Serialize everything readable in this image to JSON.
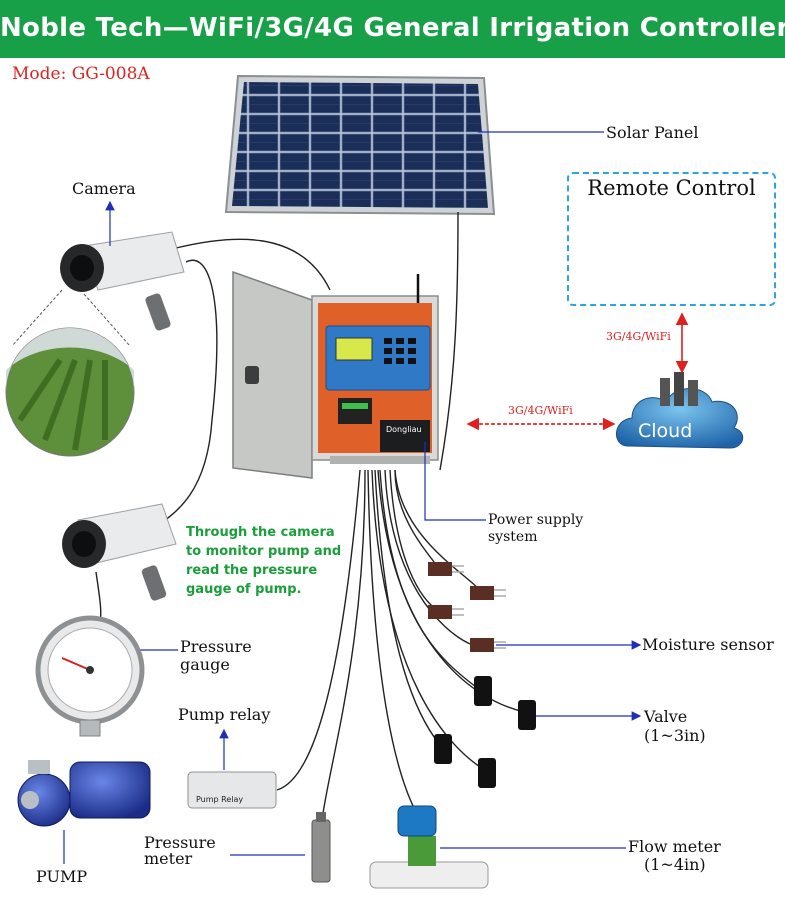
{
  "header": {
    "title": "Noble Tech—WiFi/3G/4G General Irrigation Controller",
    "model": "Mode: GG-008A"
  },
  "labels": {
    "solar_panel": "Solar Panel",
    "camera": "Camera",
    "remote_control": "Remote Control",
    "cloud": "Cloud",
    "link_remote": "3G/4G/WiFi",
    "link_controller": "3G/4G/WiFi",
    "power_supply_line1": "Power supply",
    "power_supply_line2": "system",
    "camera_note": [
      "Through the camera",
      "to monitor pump and",
      "read the pressure",
      "gauge of pump."
    ],
    "pressure_gauge_line1": "Pressure",
    "pressure_gauge_line2": "gauge",
    "pump_relay": "Pump relay",
    "pump": "PUMP",
    "pressure_meter_line1": "Pressure",
    "pressure_meter_line2": "meter",
    "moisture_sensor": "Moisture sensor",
    "valve_line1": "Valve",
    "valve_line2": "(1~3in)",
    "flow_meter_line1": "Flow meter",
    "flow_meter_line2": "(1~4in)"
  },
  "device_text": {
    "controller_brand": "Dongliau",
    "relay_label": "Pump Relay"
  },
  "colors": {
    "header_green": "#17a047",
    "model_red": "#e0201e",
    "arrow_blue": "#1c2fb8",
    "link_red": "#e0201e",
    "note_green": "#1a9e3a",
    "remote_border": "#29a6e0"
  }
}
